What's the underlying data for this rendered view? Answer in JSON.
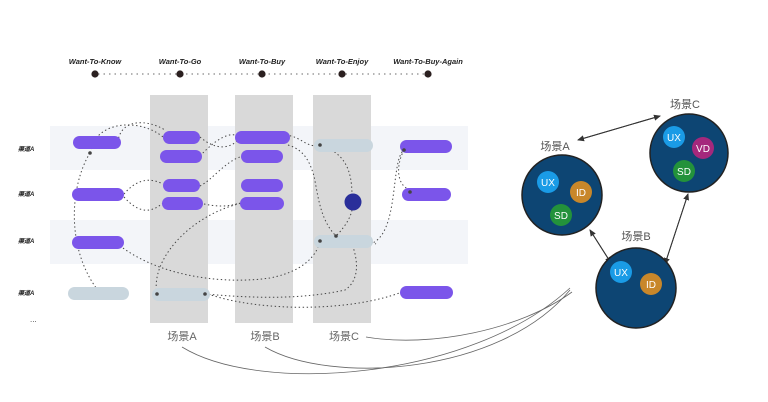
{
  "stages": [
    "Want-To-Know",
    "Want-To-Go",
    "Want-To-Buy",
    "Want-To-Enjoy",
    "Want-To-Buy-Again"
  ],
  "rows": [
    {
      "label": "渠道A"
    },
    {
      "label": "渠道A"
    },
    {
      "label": "渠道A"
    },
    {
      "label": "渠道A"
    }
  ],
  "ellipsis": "...",
  "scene_columns": [
    "场景A",
    "场景B",
    "场景C"
  ],
  "clusters": [
    {
      "label": "场景A",
      "badges": [
        "UX",
        "ID",
        "SD"
      ]
    },
    {
      "label": "场景C",
      "badges": [
        "UX",
        "VD",
        "SD"
      ]
    },
    {
      "label": "场景B",
      "badges": [
        "UX",
        "ID"
      ]
    }
  ],
  "colors": {
    "purple": "#7b55ea",
    "gray_pill": "#c9d6de",
    "band": "#f3f5f9",
    "column": "#dcdcdc",
    "dark_dot": "#2a2f9a",
    "cluster_bg": "#0d4573",
    "badge_ux": "#1a9be6",
    "badge_id": "#c8872a",
    "badge_sd": "#23923b",
    "badge_vd": "#a4287c"
  }
}
